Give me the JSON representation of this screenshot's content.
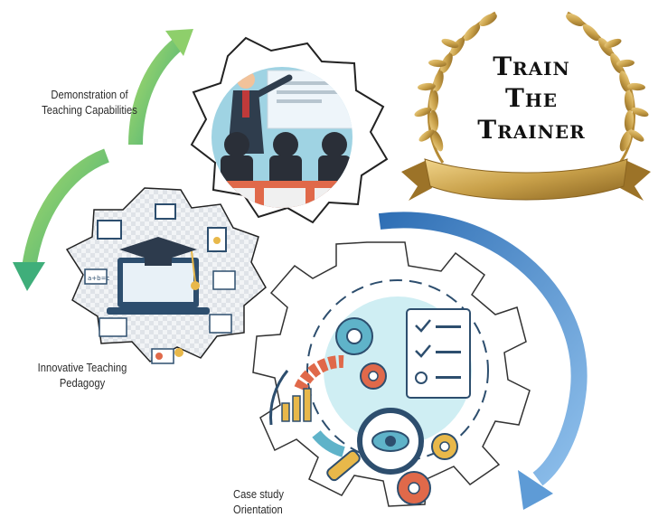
{
  "badge": {
    "line1": "Train",
    "line2": "The",
    "line3": "Trainer"
  },
  "labels": {
    "demonstration_line1": "Demonstration of",
    "demonstration_line2": "Teaching Capabilities",
    "pedagogy_line1": "Innovative Teaching",
    "pedagogy_line2": "Pedagogy",
    "case_line1": "Case study",
    "case_line2": "Orientation"
  },
  "illustrations": {
    "classroom_gear": "classroom-presentation-icon",
    "elearning_gear": "graduation-laptop-icon",
    "analytics_gear": "analytics-magnifier-icon"
  },
  "colors": {
    "green_arrow": "#7cc576",
    "blue_arrow": "#4a86c8",
    "gold": "#c9a14a",
    "teal": "#5fb3c9",
    "orange": "#e0694a",
    "navy": "#2d4e6e"
  }
}
